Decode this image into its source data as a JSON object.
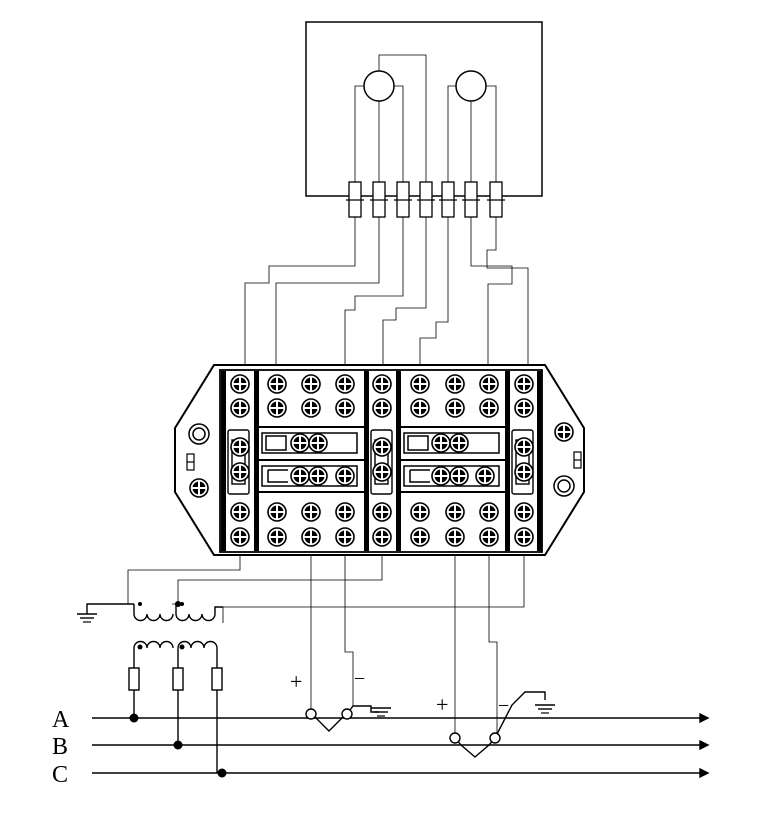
{
  "phases": [
    "A",
    "B",
    "C"
  ],
  "signs": {
    "plus": "+",
    "minus": "−"
  },
  "stroke": "#000000",
  "background": "#ffffff"
}
